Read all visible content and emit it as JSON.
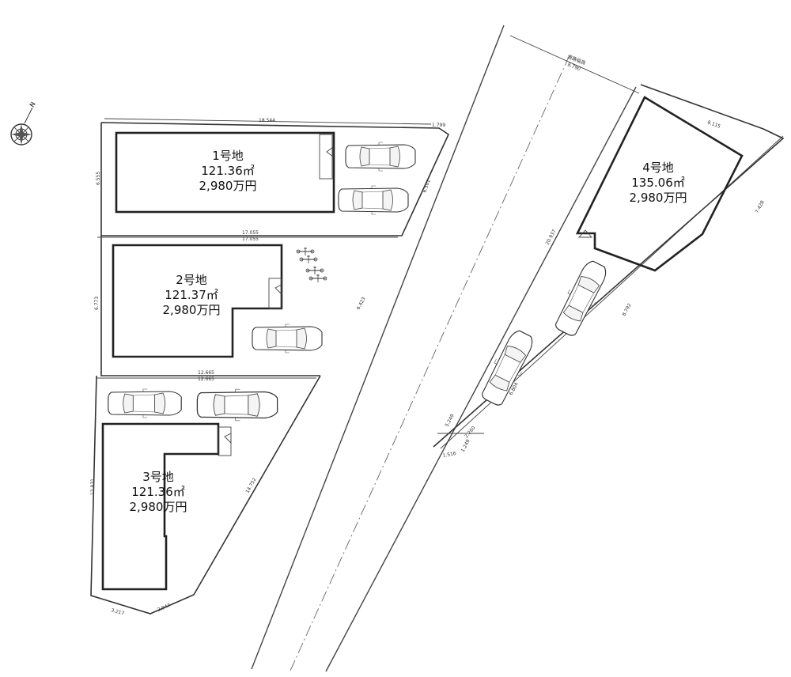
{
  "lots": [
    {
      "id": "lot1",
      "name": "1号地",
      "area": "121.36㎡",
      "price": "2,980万円"
    },
    {
      "id": "lot2",
      "name": "2号地",
      "area": "121.37㎡",
      "price": "2,980万円"
    },
    {
      "id": "lot3",
      "name": "3号地",
      "area": "121.36㎡",
      "price": "2,980万円"
    },
    {
      "id": "lot4",
      "name": "4号地",
      "area": "135.06㎡",
      "price": "2,980万円"
    }
  ],
  "dimensions": {
    "lot1_top": "18.544",
    "lot1_top_right": "1.799",
    "lot1_left": "6.555",
    "lot1_right": "6.501",
    "lot12_boundary_a": "17.055",
    "lot12_boundary_b": "17.055",
    "lot2_left": "6.773",
    "lot2_right": "6.423",
    "lot23_boundary_a": "12.665",
    "lot23_boundary_b": "12.665",
    "lot3_left": "12.831",
    "lot3_right": "14.752",
    "lot3_bottom_left": "3.217",
    "lot3_bottom_right": "2.947",
    "road_label": "道路幅員",
    "road_width": "8.790",
    "lot4_top": "8.115",
    "lot4_right_top": "7.428",
    "lot4_left": "20.937",
    "lot4_right": "8.792",
    "lot4_right_low": "6.804",
    "lot4_bottom_a": "2.260",
    "lot4_bottom_b": "1.249",
    "lot4_bottom_c": "1.516",
    "lot4_left_low": "5.249"
  },
  "compass": {
    "north_label": "N"
  }
}
